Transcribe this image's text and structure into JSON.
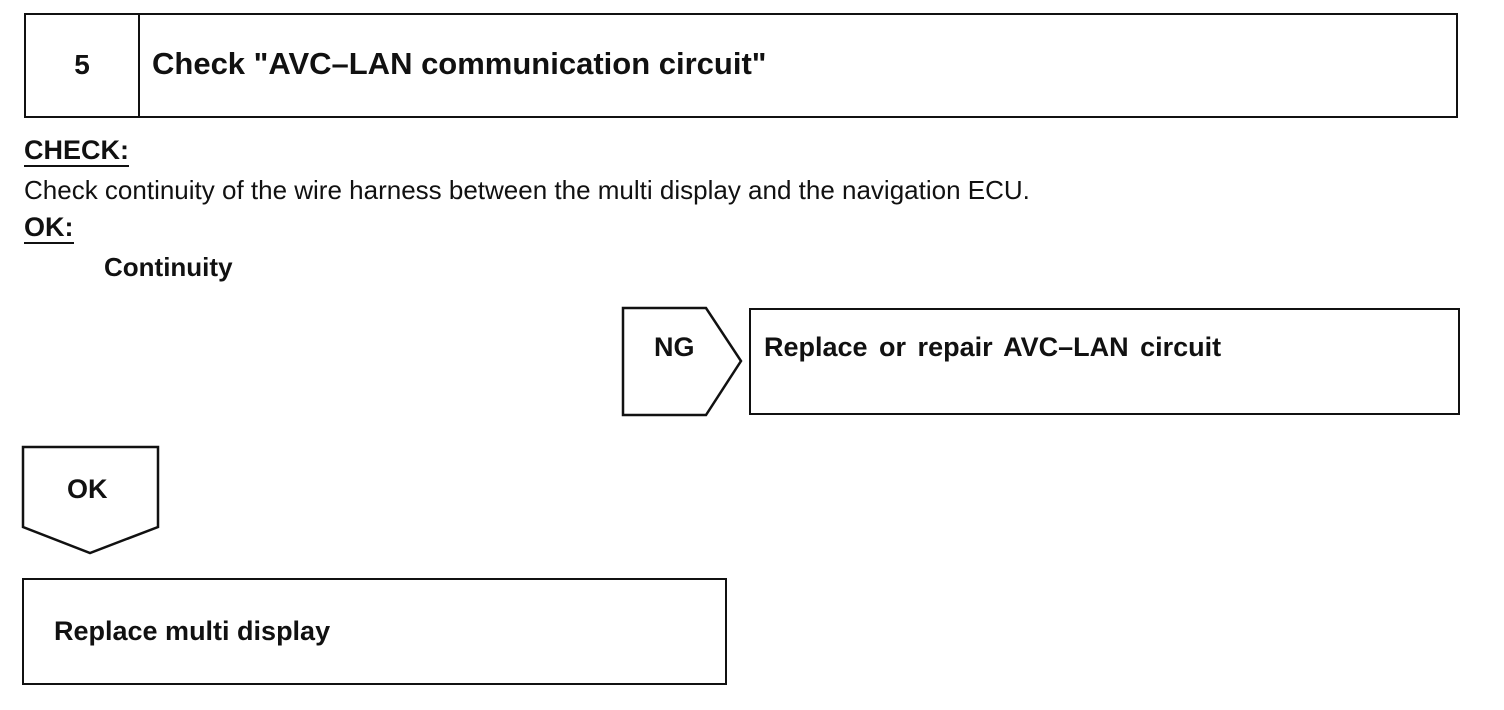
{
  "step": {
    "number": "5",
    "title": "Check \"AVC–LAN communication circuit\""
  },
  "check": {
    "label": "CHECK:",
    "text": "Check continuity of the wire harness between the multi display and the navigation ECU."
  },
  "ok": {
    "label": "OK:",
    "value": "Continuity"
  },
  "ng_branch": {
    "arrow_label": "NG",
    "action": "Replace or repair AVC–LAN circuit"
  },
  "ok_branch": {
    "arrow_label": "OK",
    "action": "Replace multi display"
  }
}
